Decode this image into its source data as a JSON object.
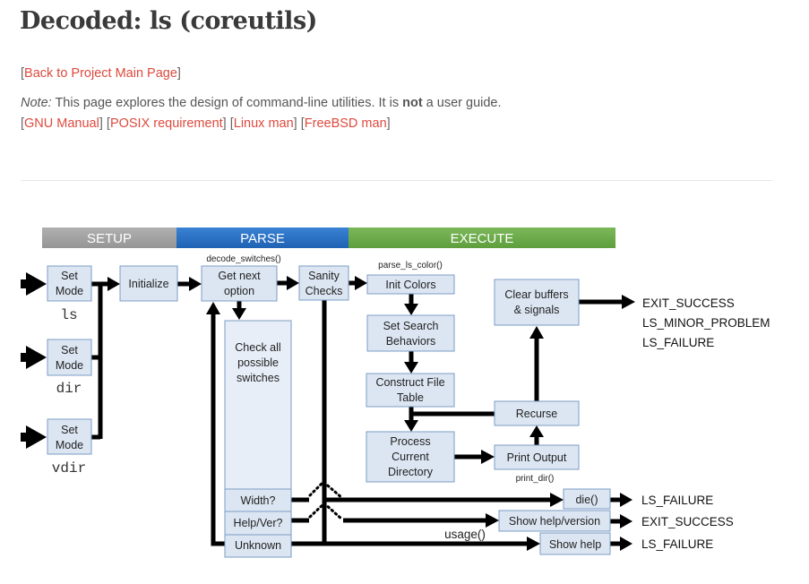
{
  "page": {
    "title": "Decoded: ls (coreutils)",
    "back_link": "Back to Project Main Page",
    "note_label": "Note:",
    "note_text_1": " This page explores the design of command-line utilities. It is ",
    "note_bold": "not",
    "note_text_2": " a user guide.",
    "reference_links": [
      "GNU Manual",
      "POSIX requirement",
      "Linux man",
      "FreeBSD man"
    ]
  },
  "colors": {
    "link": "#dd4a3e",
    "setup": "#a3a3a3",
    "parse": "#2f74c5",
    "execute": "#6fae4a",
    "box_fill": "#dce6f2",
    "box_border": "#7b9cc4"
  },
  "diagram": {
    "phases": [
      "SETUP",
      "PARSE",
      "EXECUTE"
    ],
    "setup": {
      "set_mode": [
        "Set",
        "Mode"
      ],
      "modes": [
        "ls",
        "dir",
        "vdir"
      ],
      "initialize": "Initialize"
    },
    "parse": {
      "func_label": "decode_switches()",
      "get_next": [
        "Get next",
        "option"
      ],
      "check_all": [
        "Check all",
        "possible",
        "switches"
      ],
      "width": "Width?",
      "help_ver": "Help/Ver?",
      "unknown": "Unknown",
      "sanity": [
        "Sanity",
        "Checks"
      ]
    },
    "execute": {
      "func_label": "parse_ls_color()",
      "init_colors": "Init Colors",
      "set_search": [
        "Set Search",
        "Behaviors"
      ],
      "construct": [
        "Construct File",
        "Table"
      ],
      "process": [
        "Process",
        "Current",
        "Directory"
      ],
      "print_output": "Print Output",
      "print_func": "print_dir()",
      "recurse": "Recurse",
      "clear": [
        "Clear buffers",
        "& signals"
      ],
      "exit_codes": [
        "EXIT_SUCCESS",
        "LS_MINOR_PROBLEM",
        "LS_FAILURE"
      ]
    },
    "errors": {
      "die": "die()",
      "die_code": "LS_FAILURE",
      "show_help_version": "Show help/version",
      "show_help_version_code": "EXIT_SUCCESS",
      "show_help": "Show help",
      "show_help_code": "LS_FAILURE",
      "usage_label": "usage()"
    }
  }
}
